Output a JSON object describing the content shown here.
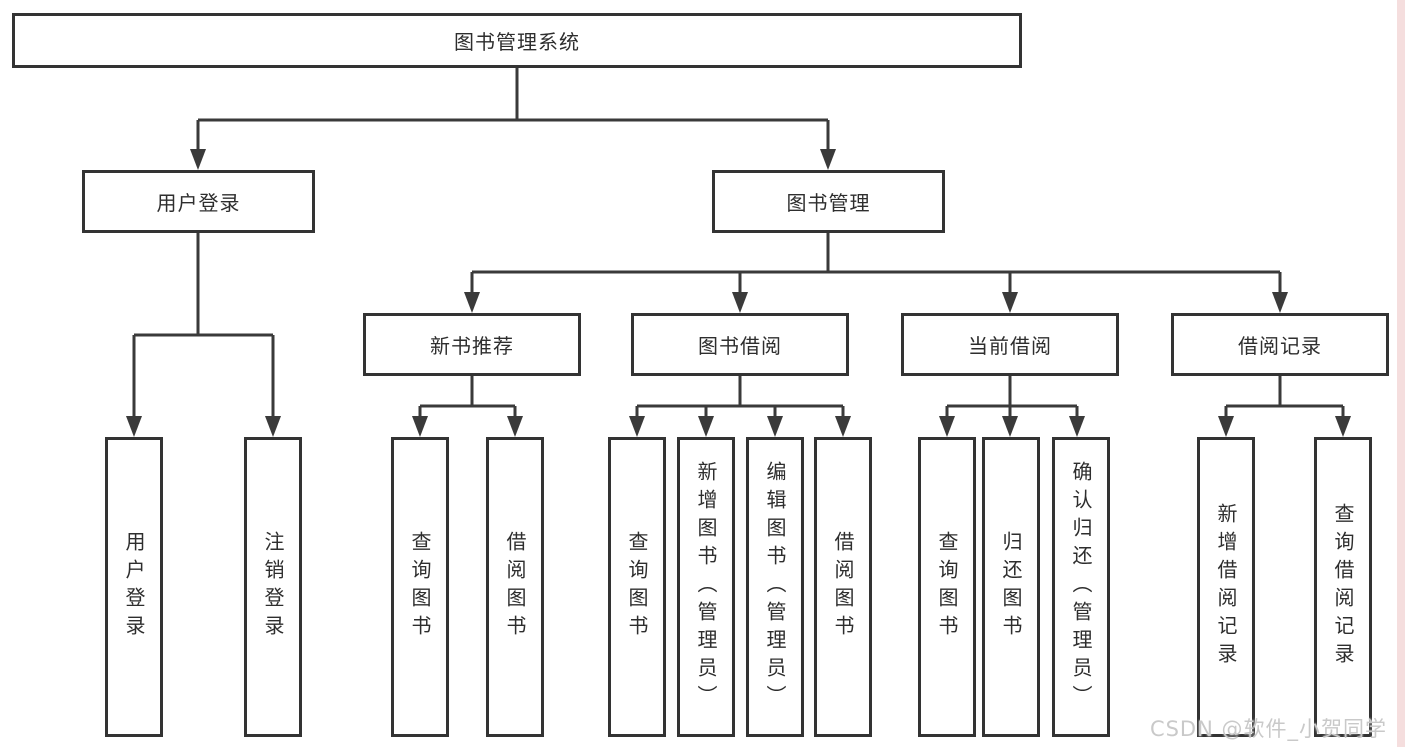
{
  "tree": {
    "root": {
      "label": "图书管理系统"
    },
    "branches": [
      {
        "label": "用户登录",
        "children": [
          "用户登录",
          "注销登录"
        ]
      },
      {
        "label": "图书管理",
        "groups": [
          {
            "label": "新书推荐",
            "children": [
              "查询图书",
              "借阅图书"
            ]
          },
          {
            "label": "图书借阅",
            "children": [
              "查询图书",
              "新增图书（管理员）",
              "编辑图书（管理员）",
              "借阅图书"
            ]
          },
          {
            "label": "当前借阅",
            "children": [
              "查询图书",
              "归还图书",
              "确认归还（管理员）"
            ]
          },
          {
            "label": "借阅记录",
            "children": [
              "新增借阅记录",
              "查询借阅记录"
            ]
          }
        ]
      }
    ]
  },
  "watermark": {
    "text": "CSDN @软件_小贺同学"
  },
  "colors": {
    "line": "#3a3a3a",
    "border": "#333333",
    "text": "#2e2e2e",
    "background": "#ffffff",
    "watermark": "#c9c9c9",
    "right_edge_strip": "#f5dede"
  }
}
